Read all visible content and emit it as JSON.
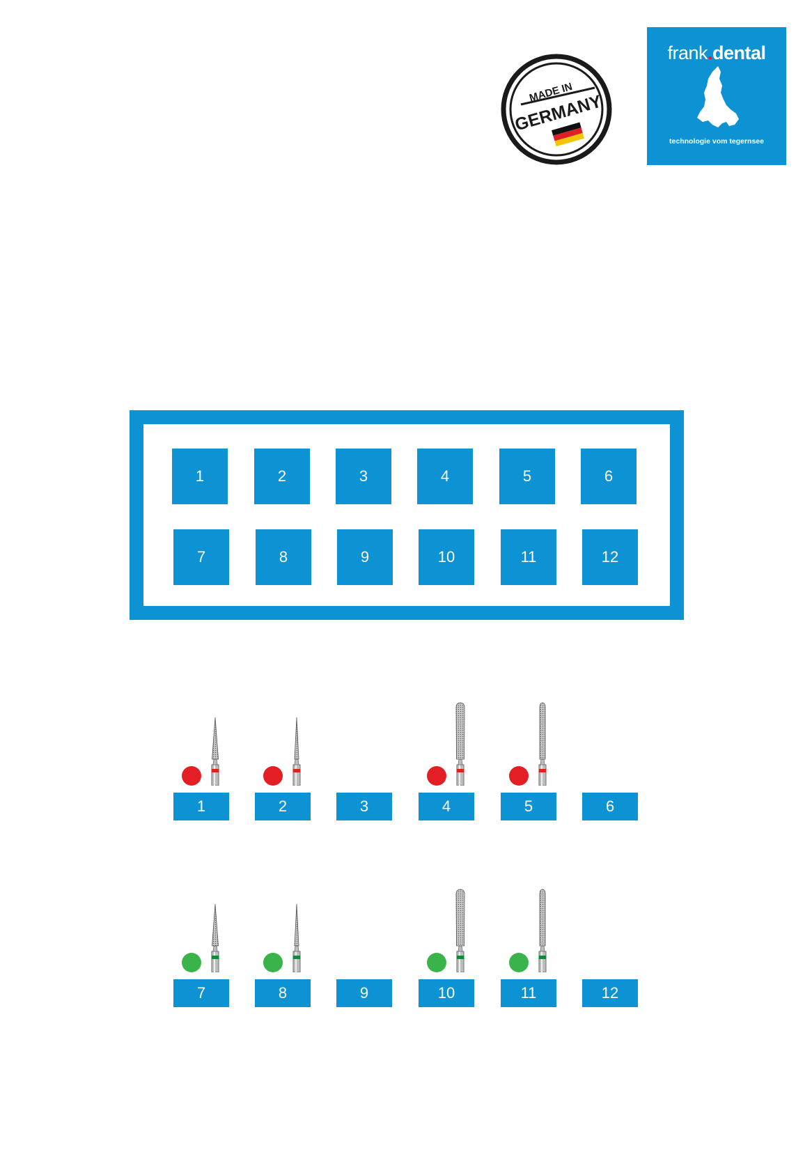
{
  "logo": {
    "brand_part1": "frank",
    "brand_dot": ".",
    "brand_part2": "dental",
    "tagline": "technologie vom tegernsee",
    "bg_color": "#0d93d4"
  },
  "seal": {
    "line1": "MADE IN",
    "line2": "GERMANY",
    "flag_colors": [
      "#111111",
      "#dd1f26",
      "#f5c400"
    ]
  },
  "tray": {
    "slots": [
      "1",
      "2",
      "3",
      "4",
      "5",
      "6",
      "7",
      "8",
      "9",
      "10",
      "11",
      "12"
    ]
  },
  "legend_rows": [
    {
      "dot_color": "#e31e24",
      "ring_color": "#d7261e",
      "items": [
        {
          "label": "1",
          "bur": "tapered-pointed"
        },
        {
          "label": "2",
          "bur": "tapered-fine"
        },
        {
          "label": "3",
          "bur": "none"
        },
        {
          "label": "4",
          "bur": "cylinder-round"
        },
        {
          "label": "5",
          "bur": "cylinder-fine"
        },
        {
          "label": "6",
          "bur": "none"
        }
      ]
    },
    {
      "dot_color": "#3ab44a",
      "ring_color": "#17863a",
      "items": [
        {
          "label": "7",
          "bur": "tapered-pointed"
        },
        {
          "label": "8",
          "bur": "tapered-fine"
        },
        {
          "label": "9",
          "bur": "none"
        },
        {
          "label": "10",
          "bur": "cylinder-round"
        },
        {
          "label": "11",
          "bur": "cylinder-fine"
        },
        {
          "label": "12",
          "bur": "none"
        }
      ]
    }
  ]
}
